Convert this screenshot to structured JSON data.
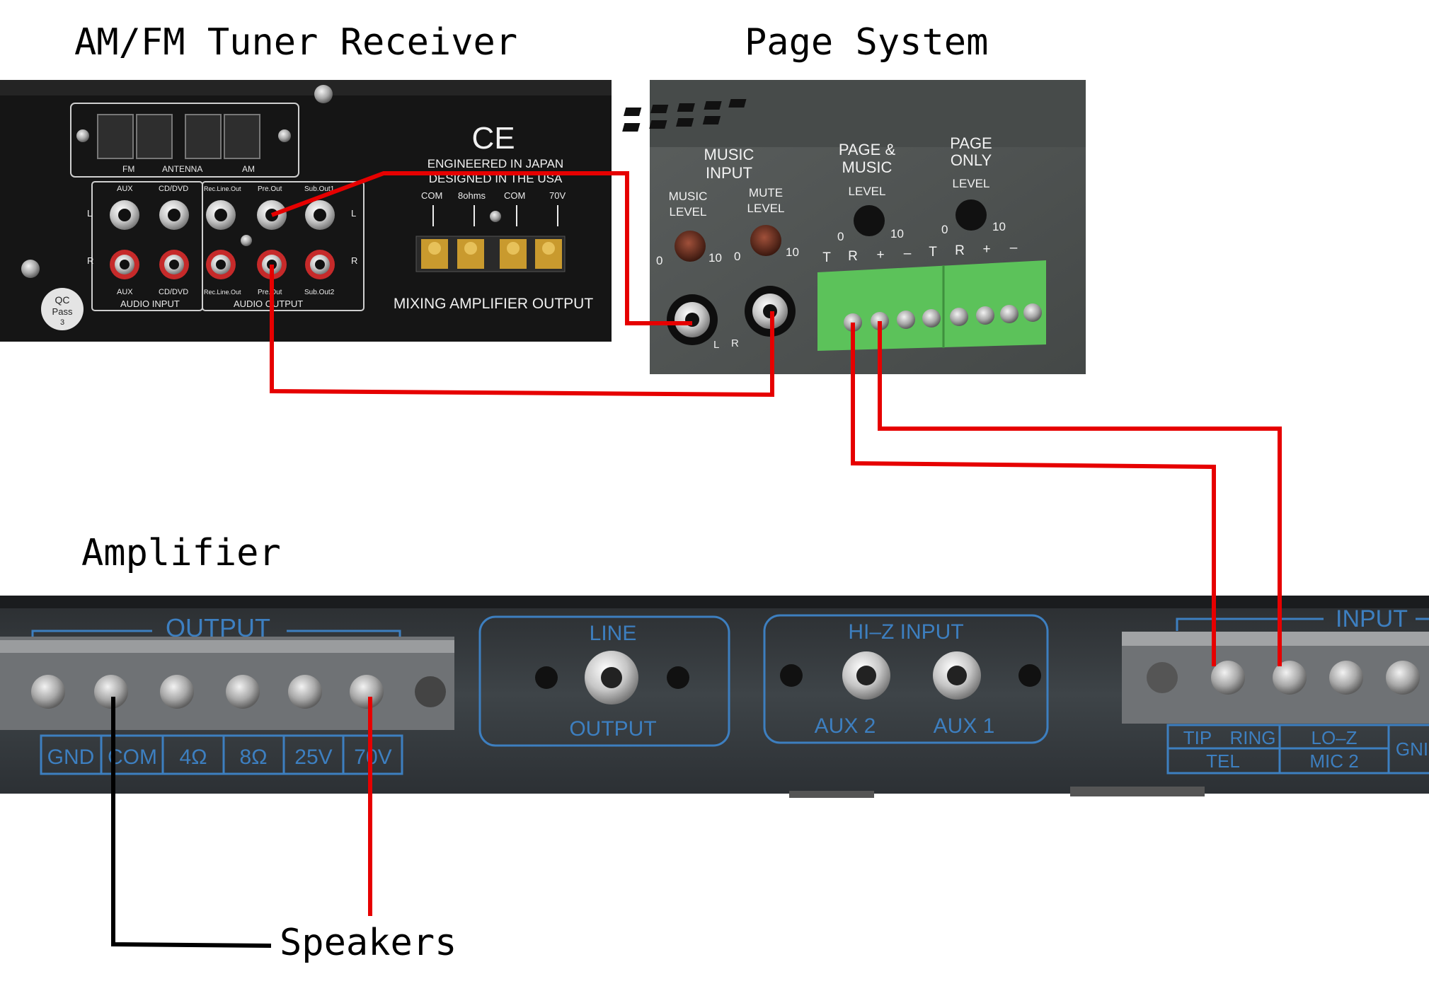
{
  "titles": {
    "receiver": "AM/FM Tuner Receiver",
    "page_system": "Page System",
    "amplifier": "Amplifier",
    "speakers": "Speakers"
  },
  "receiver": {
    "antenna_label": "ANTENNA",
    "fm_label": "FM",
    "am_label": "AM",
    "ce_mark": "CE",
    "engineered": "ENGINEERED IN JAPAN",
    "designed": "DESIGNED IN THE USA",
    "terminals": [
      "COM",
      "8ohms",
      "COM",
      "70V"
    ],
    "mixing_output": "MIXING AMPLIFIER OUTPUT",
    "jack_top_labels": [
      "AUX",
      "CD/DVD",
      "Rec.Line.Out",
      "Pre.Out",
      "Sub.Out1"
    ],
    "jack_bottom_labels": [
      "AUX",
      "CD/DVD",
      "Rec.Line.Out",
      "Pre.Out",
      "Sub.Out2"
    ],
    "audio_input": "AUDIO INPUT",
    "audio_output": "AUDIO OUTPUT",
    "left_mark": "L",
    "right_mark": "R",
    "qc_line1": "QC",
    "qc_line2": "Pass",
    "qc_line3": "3"
  },
  "page_system": {
    "music_input_1": "MUSIC",
    "music_input_2": "INPUT",
    "page_music_1": "PAGE &",
    "page_music_2": "MUSIC",
    "page_only_1": "PAGE",
    "page_only_2": "ONLY",
    "music_level_1": "MUSIC",
    "music_level_2": "LEVEL",
    "mute_level_1": "MUTE",
    "mute_level_2": "LEVEL",
    "level": "LEVEL",
    "scale_min": "0",
    "scale_max": "10",
    "jack_l": "L",
    "jack_r": "R",
    "terminal_labels": [
      "T",
      "R",
      "+",
      "–",
      "T",
      "R",
      "+",
      "–"
    ]
  },
  "amplifier": {
    "output_label": "OUTPUT",
    "output_terminals": [
      "GND",
      "COM",
      "4Ω",
      "8Ω",
      "25V",
      "70V"
    ],
    "line_label": "LINE",
    "line_output": "OUTPUT",
    "hiz_input": "HI–Z  INPUT",
    "aux2": "AUX  2",
    "aux1": "AUX  1",
    "input_label": "INPUT",
    "tip": "TIP",
    "ring": "RING",
    "tel": "TEL",
    "loz": "LO–Z",
    "mic2": "MIC  2",
    "gnd": "GNI"
  },
  "colors": {
    "wire_red": "#e60000",
    "wire_black": "#000000",
    "panel_dark": "#1c1c1c",
    "panel_gray": "#3d4347",
    "panel_blue_print": "#3d7fc0",
    "terminal_green": "#5cc25a"
  },
  "icons": {
    "rca_jack": "rca-jack-icon",
    "screw": "screw-terminal-icon",
    "knob": "level-knob-icon"
  }
}
